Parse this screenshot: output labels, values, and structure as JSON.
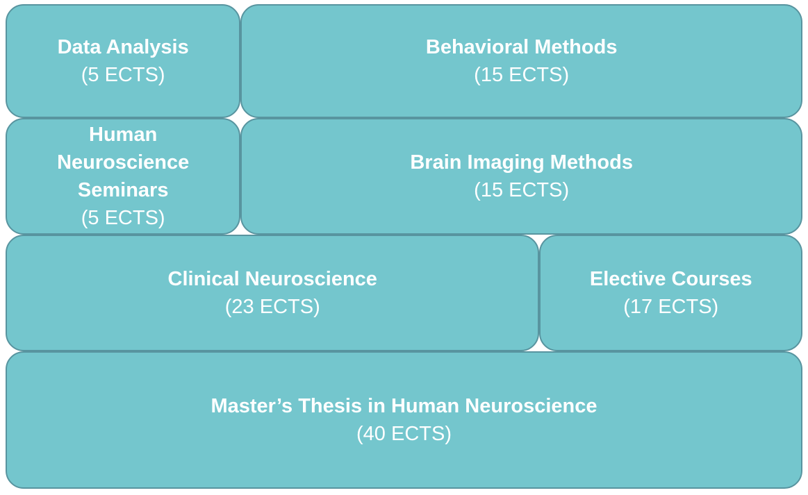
{
  "diagram": {
    "description": "Program curriculum block diagram",
    "colors": {
      "box_fill": "#74C6CD",
      "box_border": "#58949F",
      "text": "#FFFFFF",
      "background": "#FFFFFF"
    },
    "boxes": [
      {
        "title": "Data Analysis",
        "ects": "(5 ECTS)"
      },
      {
        "title": "Behavioral Methods",
        "ects": "(15 ECTS)"
      },
      {
        "title": "Human Neuroscience Seminars",
        "ects": "(5 ECTS)"
      },
      {
        "title": "Brain Imaging Methods",
        "ects": "(15 ECTS)"
      },
      {
        "title": "Clinical Neuroscience",
        "ects": "(23 ECTS)"
      },
      {
        "title": "Elective Courses",
        "ects": "(17 ECTS)"
      },
      {
        "title": "Master’s Thesis in Human Neuroscience",
        "ects": "(40 ECTS)"
      }
    ]
  }
}
